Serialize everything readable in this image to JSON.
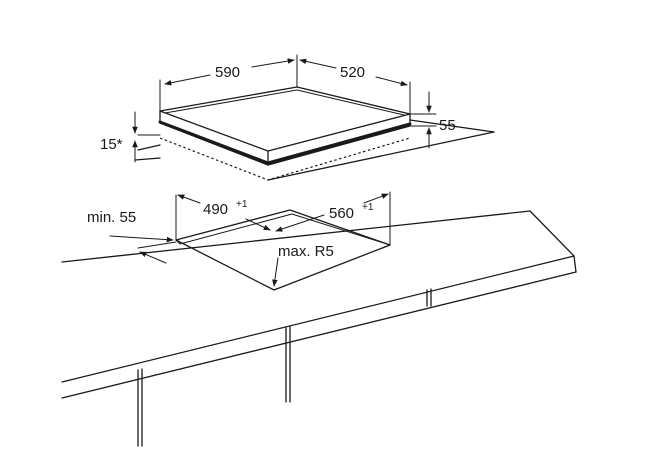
{
  "labels": {
    "width_hob": "590",
    "depth_hob": "520",
    "height_hob": "55",
    "frame_height": "15*",
    "cutout_depth": "490",
    "cutout_depth_tol": "+1",
    "cutout_width": "560",
    "cutout_width_tol": "+1",
    "min_distance": "min. 55",
    "max_radius": "max. R5"
  }
}
